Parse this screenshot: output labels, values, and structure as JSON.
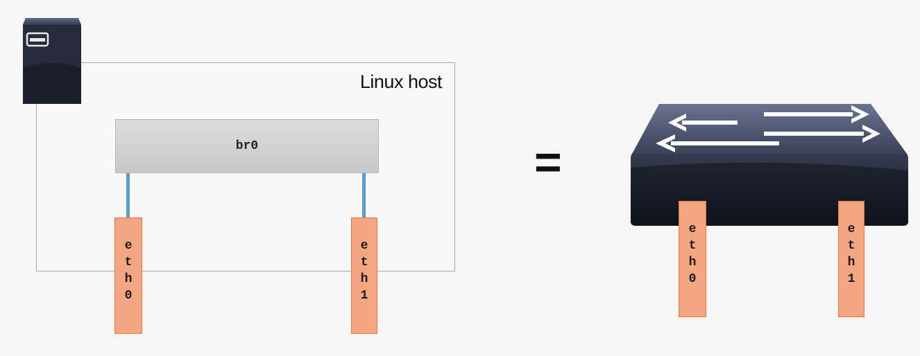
{
  "host": {
    "label": "Linux host"
  },
  "bridge": {
    "label": "br0"
  },
  "host_ports": [
    {
      "chars": [
        "e",
        "t",
        "h",
        "0"
      ]
    },
    {
      "chars": [
        "e",
        "t",
        "h",
        "1"
      ]
    }
  ],
  "equals": "=",
  "switch_ports": [
    {
      "chars": [
        "e",
        "t",
        "h",
        "0"
      ]
    },
    {
      "chars": [
        "e",
        "t",
        "h",
        "1"
      ]
    }
  ],
  "icons": {
    "server": "server-icon",
    "switch": "network-switch-icon"
  },
  "colors": {
    "link": "#5b9bd5",
    "port_fill": "#f4a582",
    "port_border": "#e2763f",
    "bridge_fill": "#cfcfcf"
  }
}
